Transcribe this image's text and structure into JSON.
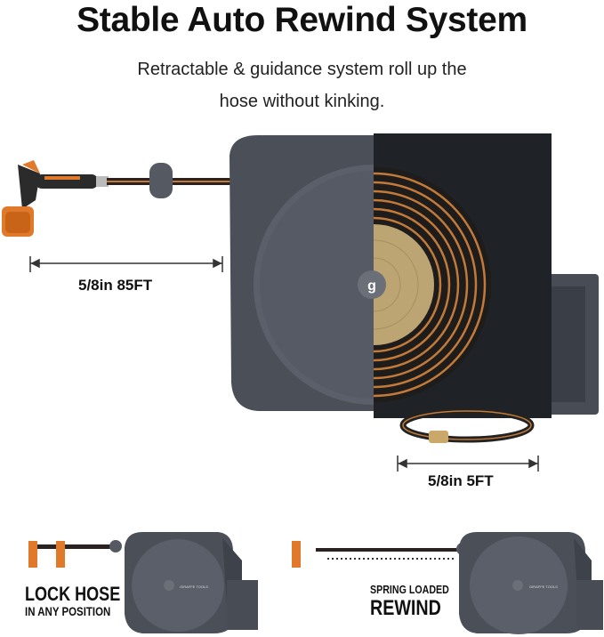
{
  "title": "Stable Auto Rewind System",
  "subtitle_line1": "Retractable & guidance system roll up the",
  "subtitle_line2": "hose without kinking.",
  "hose_main_label": "5/8in 85FT",
  "hose_leader_label": "5/8in 5FT",
  "brand_logo_text": "GIRAFFE TOOLS",
  "feature_left": {
    "line1": "LOCK HOSE",
    "line2": "IN ANY POSITION"
  },
  "feature_right": {
    "line1": "SPRING LOADED",
    "line2": "REWIND"
  },
  "colors": {
    "reel_body": "#4a4f58",
    "reel_dark": "#2a2d33",
    "accent_orange": "#e07a2a",
    "hose_brass": "#c9a86a"
  }
}
